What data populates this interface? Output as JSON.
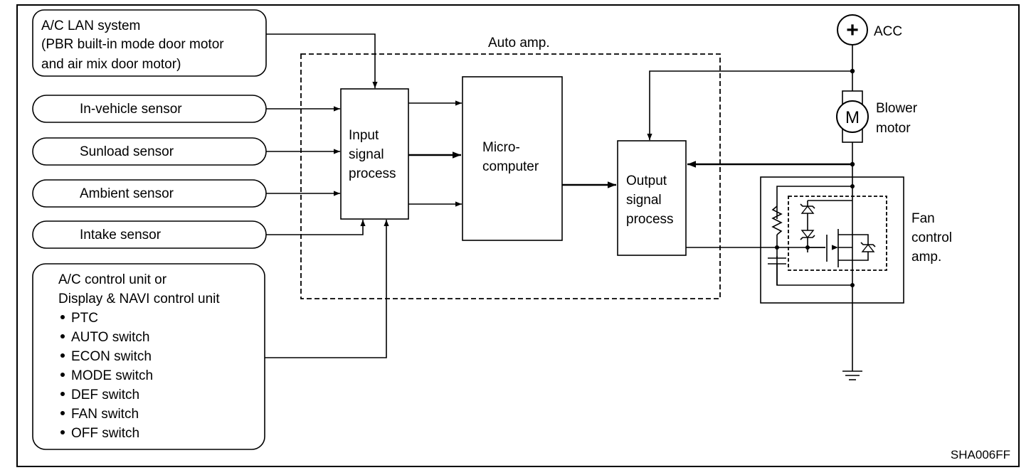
{
  "lan_system": {
    "line1": "A/C LAN system",
    "line2": "(PBR built-in mode door motor",
    "line3": "and air mix door motor)"
  },
  "sensors": [
    {
      "label": "In-vehicle sensor"
    },
    {
      "label": "Sunload sensor"
    },
    {
      "label": "Ambient sensor"
    },
    {
      "label": "Intake sensor"
    }
  ],
  "control_unit": {
    "line1": "A/C control unit or",
    "line2": "Display & NAVI control unit",
    "items": [
      {
        "label": "PTC"
      },
      {
        "label": "AUTO switch"
      },
      {
        "label": "ECON switch"
      },
      {
        "label": "MODE switch"
      },
      {
        "label": "DEF switch"
      },
      {
        "label": "FAN switch"
      },
      {
        "label": "OFF switch"
      }
    ]
  },
  "auto_amp": {
    "label": "Auto amp."
  },
  "input_block": {
    "line1": "Input",
    "line2": "signal",
    "line3": "process"
  },
  "micro_block": {
    "line1": "Micro-",
    "line2": "computer"
  },
  "output_block": {
    "line1": "Output",
    "line2": "signal",
    "line3": "process"
  },
  "acc": {
    "symbol": "+",
    "label": "ACC"
  },
  "blower": {
    "symbol": "M",
    "line1": "Blower",
    "line2": "motor"
  },
  "fan_amp": {
    "line1": "Fan",
    "line2": "control",
    "line3": "amp."
  },
  "figure_code": "SHA006FF"
}
